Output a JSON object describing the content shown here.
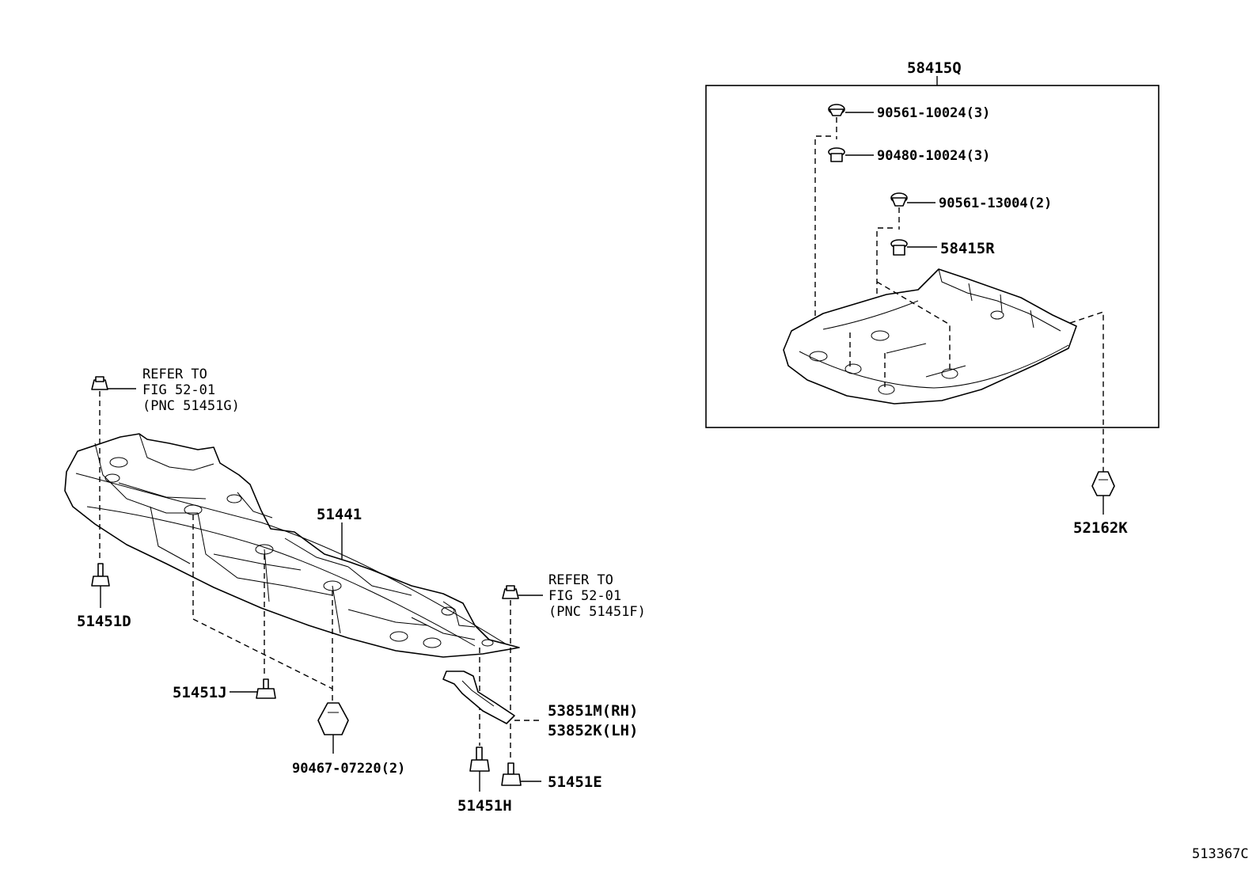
{
  "labels": {
    "main_cover": "51441",
    "bolt_left": "51451D",
    "bolt_j": "51451J",
    "clip_center": "90467-07220(2)",
    "bolt_h": "51451H",
    "bolt_e": "51451E",
    "bracket_rh": "53851M(RH)",
    "bracket_lh": "53852K(LH)",
    "assembly": "58415Q",
    "grommet_a": "90561-10024(3)",
    "nut_a": "90480-10024(3)",
    "grommet_b": "90561-13004(2)",
    "nut_b": "58415R",
    "clip_right": "52162K",
    "diagram_id": "513367C"
  },
  "refs": {
    "left": {
      "line1": "REFER TO",
      "line2": "FIG 52-01",
      "line3": "(PNC 51451G)"
    },
    "right": {
      "line1": "REFER TO",
      "line2": "FIG 52-01",
      "line3": "(PNC 51451F)"
    }
  }
}
